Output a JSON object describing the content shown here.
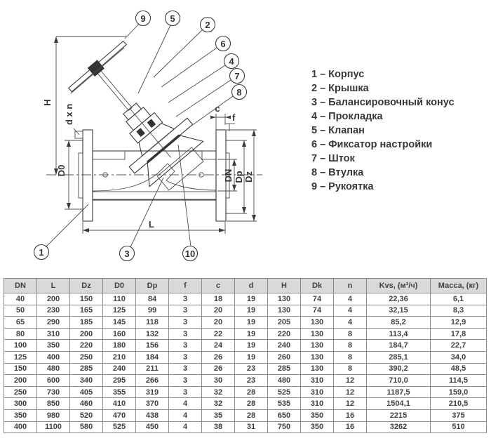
{
  "colors": {
    "line": "#3a3a3a",
    "table_border": "#8c8c8c",
    "table_header_bg": "#d9d9d9",
    "text": "#3c3c3c"
  },
  "diagram": {
    "callout_labels": {
      "c1": "1",
      "c2": "2",
      "c3": "3",
      "c4": "4",
      "c5": "5",
      "c6": "6",
      "c7": "7",
      "c8": "8",
      "c9": "9",
      "c10": "10"
    },
    "dims": {
      "h": "H",
      "d_x_n": "d x n",
      "d0": "D0",
      "l": "L",
      "dn": "DN",
      "dp": "Dp",
      "dz": "Dz",
      "c": "c",
      "f": "f"
    }
  },
  "legend": {
    "separator": "–",
    "items": [
      {
        "num": "1",
        "label": "Корпус"
      },
      {
        "num": "2",
        "label": "Крышка"
      },
      {
        "num": "3",
        "label": "Балансировочный конус"
      },
      {
        "num": "4",
        "label": "Прокладка"
      },
      {
        "num": "5",
        "label": "Клапан"
      },
      {
        "num": "6",
        "label": "Фиксатор настройки"
      },
      {
        "num": "7",
        "label": "Шток"
      },
      {
        "num": "8",
        "label": "Втулка"
      },
      {
        "num": "9",
        "label": "Рукоятка"
      }
    ]
  },
  "table": {
    "headers": [
      "DN",
      "L",
      "Dz",
      "D0",
      "Dp",
      "f",
      "c",
      "d",
      "H",
      "Dk",
      "n",
      "Kvs, (м³/ч)",
      "Масса, (кг)"
    ],
    "rows": [
      [
        "40",
        "200",
        "150",
        "110",
        "84",
        "3",
        "18",
        "19",
        "130",
        "74",
        "4",
        "22,36",
        "6,1"
      ],
      [
        "50",
        "230",
        "165",
        "125",
        "99",
        "3",
        "20",
        "19",
        "130",
        "74",
        "4",
        "32,15",
        "8,3"
      ],
      [
        "65",
        "290",
        "185",
        "145",
        "118",
        "3",
        "20",
        "19",
        "205",
        "130",
        "4",
        "85,2",
        "12,9"
      ],
      [
        "80",
        "310",
        "200",
        "160",
        "132",
        "3",
        "22",
        "19",
        "220",
        "130",
        "8",
        "113,4",
        "17,8"
      ],
      [
        "100",
        "350",
        "220",
        "180",
        "156",
        "3",
        "24",
        "19",
        "240",
        "130",
        "8",
        "184,7",
        "22,7"
      ],
      [
        "125",
        "400",
        "250",
        "210",
        "184",
        "3",
        "26",
        "19",
        "260",
        "130",
        "8",
        "285,1",
        "34,0"
      ],
      [
        "150",
        "480",
        "285",
        "240",
        "211",
        "3",
        "26",
        "23",
        "285",
        "130",
        "8",
        "390,2",
        "48,5"
      ],
      [
        "200",
        "600",
        "340",
        "295",
        "266",
        "3",
        "30",
        "23",
        "480",
        "310",
        "12",
        "710,0",
        "114,5"
      ],
      [
        "250",
        "730",
        "405",
        "355",
        "319",
        "3",
        "32",
        "28",
        "525",
        "310",
        "12",
        "1187,5",
        "159,0"
      ],
      [
        "300",
        "850",
        "460",
        "410",
        "370",
        "4",
        "32",
        "28",
        "535",
        "310",
        "12",
        "1504,1",
        "210,5"
      ],
      [
        "350",
        "980",
        "520",
        "470",
        "438",
        "4",
        "35",
        "28",
        "650",
        "350",
        "16",
        "2215",
        "375"
      ],
      [
        "400",
        "1100",
        "580",
        "525",
        "450",
        "4",
        "38",
        "31",
        "750",
        "350",
        "16",
        "3262",
        "510"
      ]
    ]
  }
}
